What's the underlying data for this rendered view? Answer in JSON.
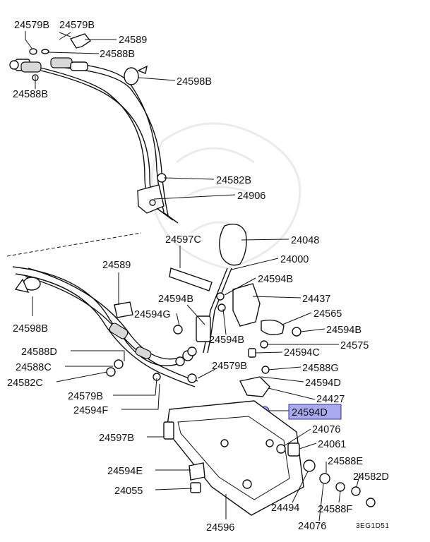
{
  "labels": {
    "l24579B_a": "24579B",
    "l24579B_b": "24579B",
    "l24589_a": "24589",
    "l24588B_a": "24588B",
    "l24588B_b": "24588B",
    "l24598B_a": "24598B",
    "l24582B": "24582B",
    "l24906": "24906",
    "l24048": "24048",
    "l24597C": "24597C",
    "l24000": "24000",
    "l24589_b": "24589",
    "l24594B_a": "24594B",
    "l24437": "24437",
    "l24594B_b": "24594B",
    "l24565": "24565",
    "l24594G": "24594G",
    "l24594B_c": "24594B",
    "l24598B_b": "24598B",
    "l24594B_d": "24594B",
    "l24575": "24575",
    "l24588D": "24588D",
    "l24594C": "24594C",
    "l24579B_c": "24579B",
    "l24588G": "24588G",
    "l24588C": "24588C",
    "l24594D_a": "24594D",
    "l24582C": "24582C",
    "l24427": "24427",
    "l24579B_d": "24579B",
    "l24594F": "24594F",
    "l24594D_hl": "24594D",
    "l24076_a": "24076",
    "l24597B": "24597B",
    "l24061": "24061",
    "l24588E": "24588E",
    "l24594E": "24594E",
    "l24582D": "24582D",
    "l24055": "24055",
    "l24494": "24494",
    "l24588F": "24588F",
    "l24596": "24596",
    "l24076_b": "24076",
    "diagram_code": "3EG1D51"
  },
  "highlight": {
    "part": "24594D",
    "color": "#a9a9f0"
  }
}
